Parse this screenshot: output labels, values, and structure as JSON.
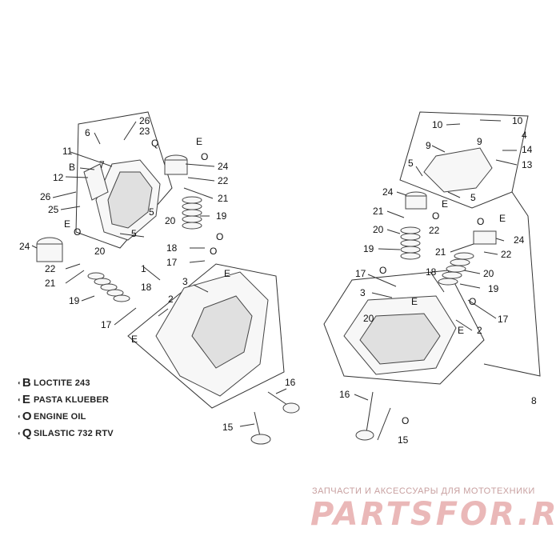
{
  "callouts_left": [
    "26",
    "23",
    "Q",
    "6",
    "E",
    "11",
    "7",
    "O",
    "B",
    "24",
    "12",
    "22",
    "21",
    "26",
    "25",
    "5",
    "20",
    "19",
    "E",
    "O",
    "5",
    "24",
    "O",
    "18",
    "O",
    "17",
    "20",
    "22",
    "1",
    "E",
    "21",
    "3",
    "18",
    "2",
    "19",
    "17",
    "E",
    "16",
    "15"
  ],
  "callouts_right": [
    "10",
    "10",
    "4",
    "9",
    "9",
    "14",
    "5",
    "13",
    "5",
    "24",
    "E",
    "O",
    "21",
    "22",
    "O",
    "E",
    "24",
    "20",
    "22",
    "21",
    "19",
    "20",
    "O",
    "18",
    "17",
    "19",
    "3",
    "E",
    "O",
    "20",
    "17",
    "E",
    "2",
    "16",
    "O",
    "15",
    "8"
  ],
  "legend": [
    {
      "symbol": "B",
      "text": "LOCTITE 243"
    },
    {
      "symbol": "E",
      "text": "PASTA KLUEBER"
    },
    {
      "symbol": "O",
      "text": "ENGINE OIL"
    },
    {
      "symbol": "Q",
      "text": "SILASTIC 732 RTV"
    }
  ],
  "footer": {
    "caption": "ЗАПЧАСТИ И АКСЕССУАРЫ ДЛЯ МОТОТЕХНИКИ",
    "logo": "PARTSFOR.RU"
  }
}
